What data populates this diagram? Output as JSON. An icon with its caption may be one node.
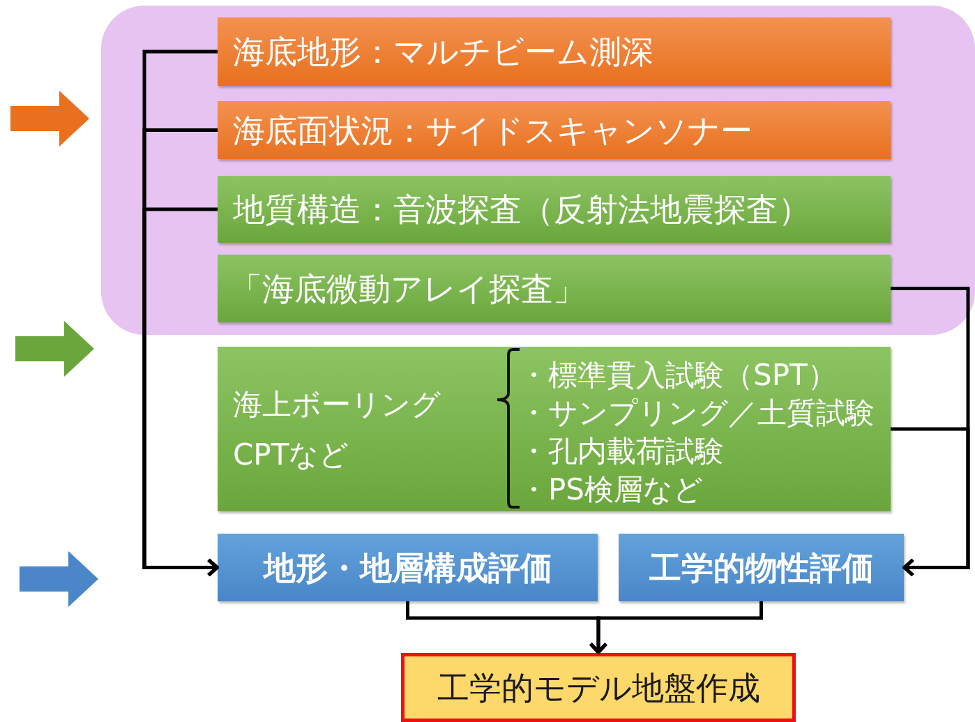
{
  "diagram": {
    "nodes": [
      {
        "text": [],
        "shape": "box"
      },
      {
        "text": [
          "海底地形：マルチビーム測深"
        ],
        "in": 0
      },
      {
        "text": [
          "海底面状況：サイドスキャンソナー"
        ],
        "in": 0
      },
      {
        "text": [
          "地質構造：音波探査（反射法地震探査）"
        ],
        "in": 0
      },
      {
        "text": [
          "「海底微動アレイ探査」"
        ],
        "in": 0
      },
      {
        "text": [
          "海上ボーリング",
          "CPTなど",
          "・標準貫入試験（SPT）",
          "・サンプリング／土質試験",
          "・孔内載荷試験",
          "・PS検層など"
        ]
      },
      {
        "text": [
          "地形・地層構成評価"
        ]
      },
      {
        "text": [
          "工学的物性評価"
        ]
      },
      {
        "text": [
          "工学的モデル地盤作成"
        ]
      }
    ],
    "edges": [
      {
        "from": 1,
        "to": 6,
        "arrow": "to"
      },
      {
        "from": 2,
        "to": 6,
        "arrow": "to"
      },
      {
        "from": 3,
        "to": 6,
        "arrow": "to"
      },
      {
        "from": 4,
        "to": 7,
        "arrow": "to"
      },
      {
        "from": 5,
        "to": 7,
        "arrow": "to"
      },
      {
        "from": 6,
        "to": 8,
        "arrow": "to"
      },
      {
        "from": 7,
        "to": 8,
        "arrow": "to"
      }
    ]
  }
}
